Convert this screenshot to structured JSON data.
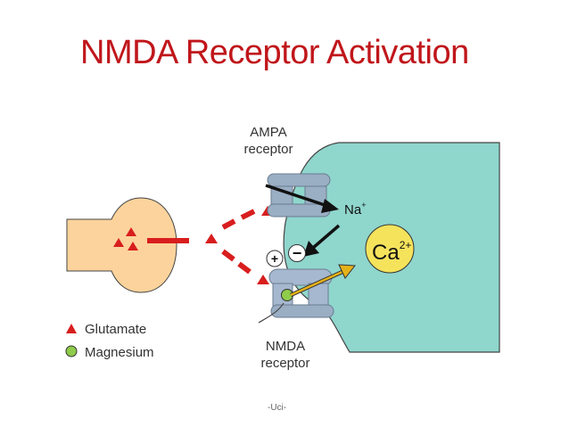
{
  "slide": {
    "title": "NMDA Receptor Activation",
    "footer": "-Uci-"
  },
  "diagram": {
    "labels": {
      "ampa_line1": "AMPA",
      "ampa_line2": "receptor",
      "nmda_line1": "NMDA",
      "nmda_line2": "receptor",
      "sodium": "Na",
      "sodium_charge": "+",
      "calcium": "Ca",
      "calcium_charge": "2+",
      "plus_sign": "+",
      "minus_sign": "−"
    },
    "legend": {
      "glutamate": "Glutamate",
      "magnesium": "Magnesium"
    }
  },
  "colors": {
    "title": "#c0161b",
    "presynaptic": "#fcd39c",
    "postsynaptic": "#8fd6cd",
    "glutamate": "#d81e1e",
    "magnesium": "#8fcc4a",
    "calcium": "#f5e35c",
    "receptor": "#9aaec4",
    "receptor_dark": "#7b8fa6",
    "arrow_calcium": "#e5b21a"
  }
}
